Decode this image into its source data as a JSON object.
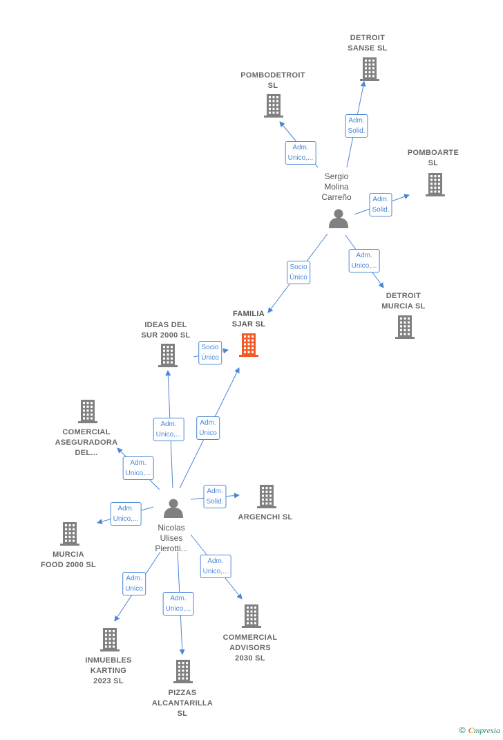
{
  "colors": {
    "company": "#808080",
    "focus_company": "#f05a28",
    "person": "#808080",
    "edge": "#4a86d8"
  },
  "nodes": [
    {
      "id": "detroit-sanse",
      "kind": "company",
      "label": "DETROIT\nSANSE  SL"
    },
    {
      "id": "pombodetroit",
      "kind": "company",
      "label": "POMBODETROIT\nSL"
    },
    {
      "id": "pomboarte",
      "kind": "company",
      "label": "POMBOARTE\nSL"
    },
    {
      "id": "sergio",
      "kind": "person",
      "label": "Sergio\nMolina\nCarreño"
    },
    {
      "id": "detroit-murcia",
      "kind": "company",
      "label": "DETROIT\nMURCIA  SL"
    },
    {
      "id": "familia-sjar",
      "kind": "focus",
      "label": "FAMILIA\nSJAR  SL"
    },
    {
      "id": "ideas-del-sur",
      "kind": "company",
      "label": "IDEAS DEL\nSUR 2000  SL"
    },
    {
      "id": "comercial-aseguradora",
      "kind": "company",
      "label": "COMERCIAL\nASEGURADORA\nDEL..."
    },
    {
      "id": "argenchi",
      "kind": "company",
      "label": "ARGENCHI SL"
    },
    {
      "id": "nicolas",
      "kind": "person",
      "label": "Nicolas\nUlises\nPierotti..."
    },
    {
      "id": "murcia-food",
      "kind": "company",
      "label": "MURCIA\nFOOD 2000  SL"
    },
    {
      "id": "commercial-advisors",
      "kind": "company",
      "label": "COMMERCIAL\nADVISORS\n2030  SL"
    },
    {
      "id": "inmuebles-karting",
      "kind": "company",
      "label": "INMUEBLES\nKARTING\n2023  SL"
    },
    {
      "id": "pizzas-alcantarilla",
      "kind": "company",
      "label": "PIZZAS\nALCANTARILLA\nSL"
    }
  ],
  "edges": [
    {
      "from": "sergio",
      "to": "detroit-sanse",
      "label": "Adm.\nSolid."
    },
    {
      "from": "sergio",
      "to": "pombodetroit",
      "label": "Adm.\nUnico,..."
    },
    {
      "from": "sergio",
      "to": "pomboarte",
      "label": "Adm.\nSolid."
    },
    {
      "from": "sergio",
      "to": "detroit-murcia",
      "label": "Adm.\nUnico,..."
    },
    {
      "from": "sergio",
      "to": "familia-sjar",
      "label": "Socio\nÚnico"
    },
    {
      "from": "ideas-del-sur",
      "to": "familia-sjar",
      "label": "Socio\nÚnico"
    },
    {
      "from": "nicolas",
      "to": "ideas-del-sur",
      "label": "Adm.\nUnico,..."
    },
    {
      "from": "nicolas",
      "to": "familia-sjar",
      "label": "Adm.\nUnico"
    },
    {
      "from": "nicolas",
      "to": "comercial-aseguradora",
      "label": "Adm.\nUnico,..."
    },
    {
      "from": "nicolas",
      "to": "argenchi",
      "label": "Adm.\nSolid."
    },
    {
      "from": "nicolas",
      "to": "murcia-food",
      "label": "Adm.\nUnico,..."
    },
    {
      "from": "nicolas",
      "to": "commercial-advisors",
      "label": "Adm.\nUnico,..."
    },
    {
      "from": "nicolas",
      "to": "inmuebles-karting",
      "label": "Adm.\nUnico"
    },
    {
      "from": "nicolas",
      "to": "pizzas-alcantarilla",
      "label": "Adm.\nUnico,..."
    }
  ],
  "brand": {
    "copyright": "©",
    "initial": "C",
    "name": "mpresia"
  }
}
